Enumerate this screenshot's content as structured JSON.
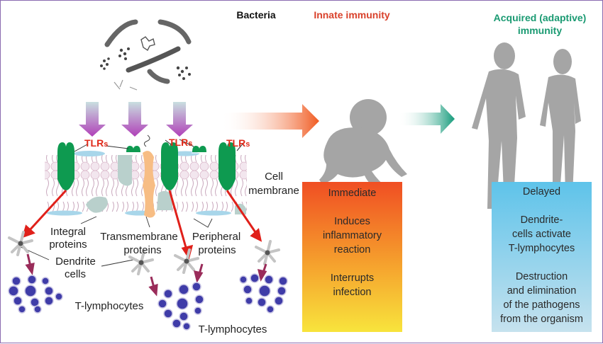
{
  "headings": {
    "bacteria": "Bacteria",
    "innate": "Innate immunity",
    "acquired_line1": "Acquired (adaptive)",
    "acquired_line2": "immunity"
  },
  "colors": {
    "innate": "#d9412b",
    "acquired": "#1a9a72",
    "tlr": "#e02a1a",
    "tlr_receptor": "#0e9a50",
    "silhouette": "#a5a5a5",
    "frame": "#8a6bb0"
  },
  "membrane": {
    "tlr_label": "TLR",
    "tlr_suffix": "s",
    "cell_membrane_line1": "Cell",
    "cell_membrane_line2": "membrane",
    "integral_line1": "Integral",
    "integral_line2": "proteins",
    "transmembrane_line1": "Transmembrane",
    "transmembrane_line2": "proteins",
    "peripheral_line1": "Peripheral",
    "peripheral_line2": "proteins",
    "dendrite_line1": "Dendrite",
    "dendrite_line2": "cells",
    "t_lymphocytes_1": "T-lymphocytes",
    "t_lymphocytes_2": "T-lymphocytes"
  },
  "innate_box": {
    "line1": "Immediate",
    "line2a": "Induces",
    "line2b": "inflammatory",
    "line2c": "reaction",
    "line3a": "Interrupts",
    "line3b": "infection"
  },
  "acquired_box": {
    "line1": "Delayed",
    "line2a": "Dendrite-",
    "line2b": "cells activate",
    "line2c": "T-lymphocytes",
    "line3a": "Destruction",
    "line3b": "and elimination",
    "line3c": "of the pathogens",
    "line3d": "from the organism"
  }
}
